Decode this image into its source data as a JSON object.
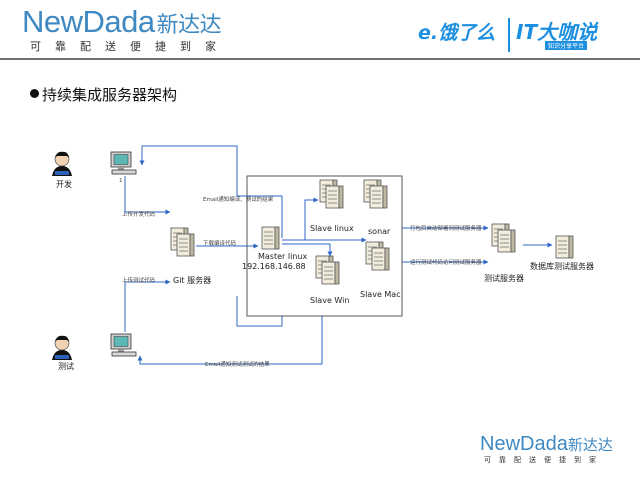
{
  "header": {
    "brand_name": "NewDada",
    "brand_cn": "新达达",
    "tagline": "可靠配送便捷到家",
    "eleme_logo": "e.饿了么",
    "it_logo": "IT大咖说",
    "it_sub": "知识分享平台"
  },
  "slide": {
    "bullet": "持续集成服务器架构"
  },
  "diagram": {
    "nodes": {
      "developer": "开发",
      "developer_pc_note": "1",
      "tester": "测试",
      "git_server": "Git 服务器",
      "master": "Master linux",
      "master_ip": "192.168.146.88",
      "slave_linux": "Slave linux",
      "sonar": "sonar",
      "slave_win": "Slave Win",
      "slave_mac": "Slave Mac",
      "test_server": "测试服务器",
      "db_server": "数据库测试服务器"
    },
    "edges": {
      "dev_commit": "上传开发代码",
      "test_commit": "上传测试代码",
      "fetch_code": "下载编译代码",
      "email_dev": "Email通知编译、测试的结果",
      "auto_deploy": "打包后自动部署到测试服务器",
      "run_tests": "运行测试代码访问测试服务器",
      "email_test": "Email通知测试测试的结果"
    }
  },
  "footer": {
    "brand_name": "NewDada",
    "brand_cn": "新达达",
    "tagline": "可靠配送便捷到家"
  },
  "colors": {
    "brand_blue": "#3f89c2",
    "partner_blue": "#1d8fe1",
    "line_blue": "#2f67c8",
    "rule_gray": "#6f6f6f"
  },
  "icons": [
    "person-icon",
    "computer-icon",
    "server-icon"
  ]
}
